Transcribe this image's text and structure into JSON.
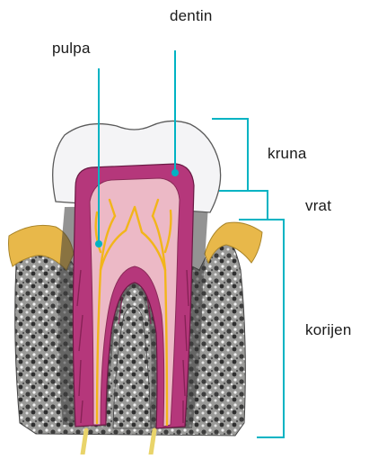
{
  "labels": {
    "dentin": "dentin",
    "pulpa": "pulpa",
    "kruna": "kruna",
    "vrat": "vrat",
    "korijen": "korijen"
  },
  "colors": {
    "pointer": "#00b3c3",
    "enamel": "#f3f3f5",
    "dentin": "#b5377b",
    "pulp": "#ecb9c6",
    "nerve": "#f2b51a",
    "gum": "#e8b84a",
    "bone": "#8a8a88"
  }
}
